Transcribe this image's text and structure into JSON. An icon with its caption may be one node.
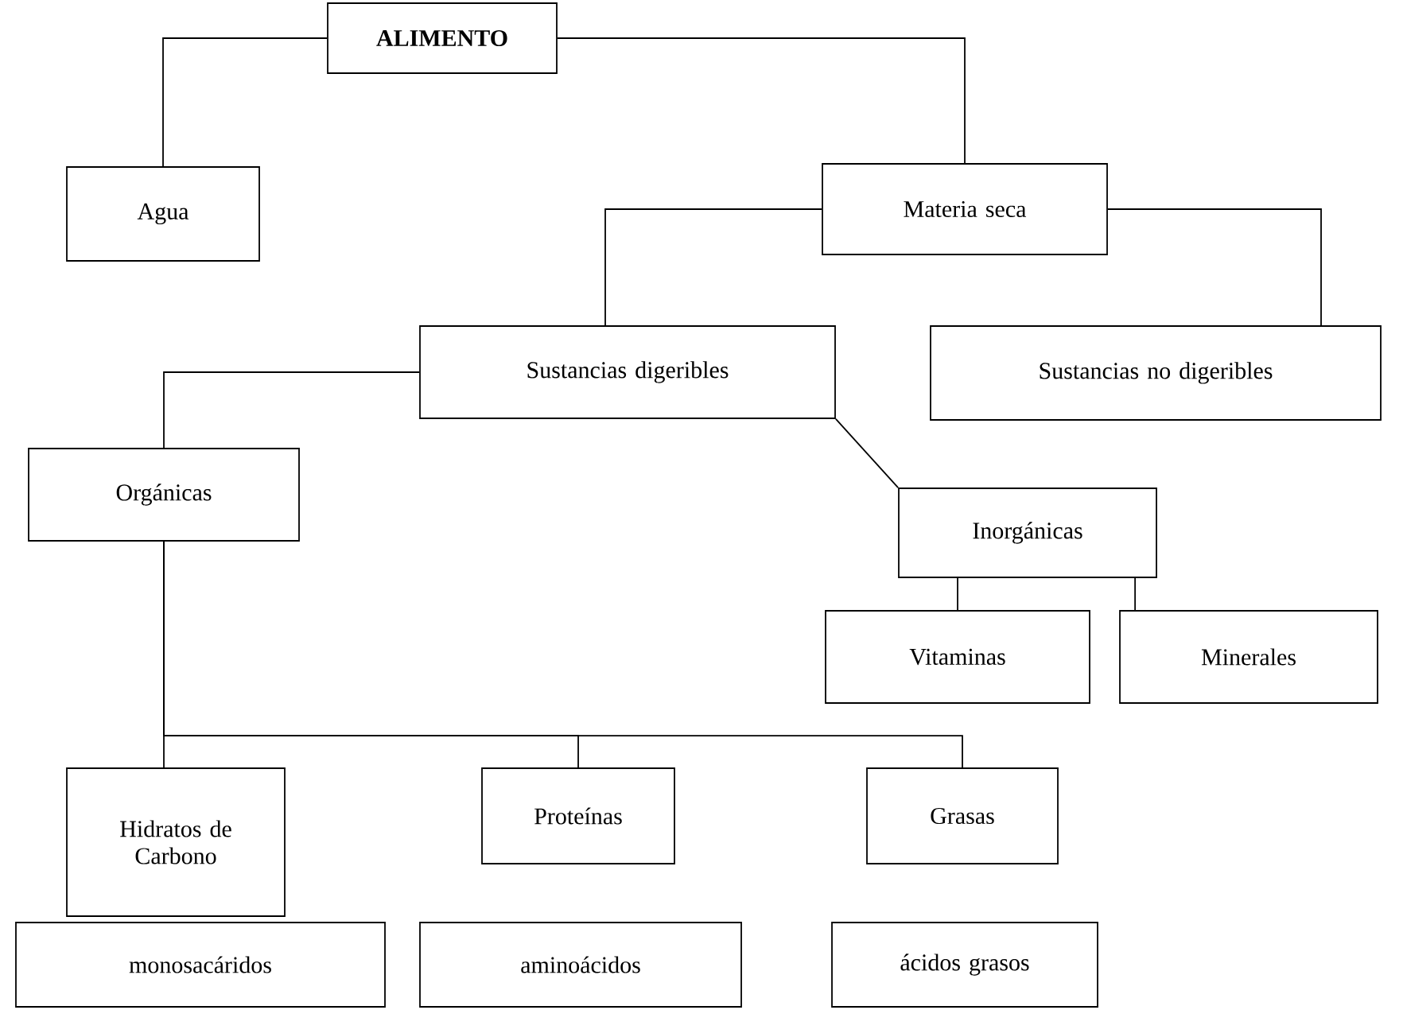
{
  "diagram": {
    "nodes": [
      {
        "text": [
          "ALIMENTO"
        ]
      },
      {
        "text": [
          "Agua"
        ]
      },
      {
        "text": [
          "Materia seca"
        ]
      },
      {
        "text": [
          "Sustancias digeribles"
        ]
      },
      {
        "text": [
          "Sustancias no digeribles"
        ]
      },
      {
        "text": [
          "Orgánicas"
        ]
      },
      {
        "text": [
          "Inorgánicas"
        ]
      },
      {
        "text": [
          "Vitaminas"
        ]
      },
      {
        "text": [
          "Minerales"
        ]
      },
      {
        "text": [
          "Hidratos de Carbono"
        ]
      },
      {
        "text": [
          "Proteínas"
        ]
      },
      {
        "text": [
          "Grasas"
        ]
      },
      {
        "text": [
          "monosacáridos"
        ]
      },
      {
        "text": [
          "aminoácidos"
        ]
      },
      {
        "text": [
          "ácidos grasos"
        ]
      }
    ],
    "edges": [
      {
        "from": 0,
        "to": 1,
        "arrow": "none"
      },
      {
        "from": 0,
        "to": 2,
        "arrow": "none"
      },
      {
        "from": 2,
        "to": 3,
        "arrow": "none"
      },
      {
        "from": 2,
        "to": 4,
        "arrow": "none"
      },
      {
        "from": 3,
        "to": 5,
        "arrow": "none"
      },
      {
        "from": 3,
        "to": 6,
        "arrow": "none"
      },
      {
        "from": 6,
        "to": 7,
        "arrow": "none"
      },
      {
        "from": 6,
        "to": 8,
        "arrow": "none"
      },
      {
        "from": 5,
        "to": 9,
        "arrow": "none"
      },
      {
        "from": 5,
        "to": 10,
        "arrow": "none"
      },
      {
        "from": 5,
        "to": 11,
        "arrow": "none"
      }
    ]
  }
}
